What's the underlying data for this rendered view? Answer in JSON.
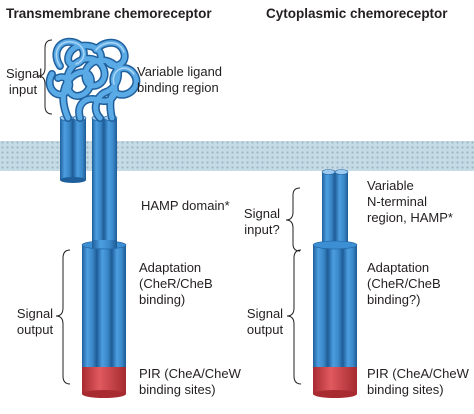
{
  "panels": {
    "transmembrane": {
      "title": "Transmembrane chemoreceptor",
      "signal_input": [
        "Signal",
        "input"
      ],
      "ligand_region": [
        "Variable ligand",
        "binding region"
      ],
      "hamp": "HAMP domain*",
      "adaptation": [
        "Adaptation",
        "(CheR/CheB",
        "binding)"
      ],
      "signal_output": [
        "Signal",
        "output"
      ],
      "pir": [
        "PIR (CheA/CheW",
        "binding sites)"
      ]
    },
    "cytoplasmic": {
      "title": "Cytoplasmic chemoreceptor",
      "nterm": [
        "Variable",
        "N-terminal",
        "region, HAMP*"
      ],
      "signal_input": [
        "Signal",
        "input?"
      ],
      "adaptation": [
        "Adaptation",
        "(CheR/CheB",
        "binding?)"
      ],
      "signal_output": [
        "Signal",
        "output"
      ],
      "pir": [
        "PIR (CheA/CheW",
        "binding sites)"
      ]
    }
  },
  "colors": {
    "helix": "#3d8fd4",
    "helix_dark": "#1f5f9c",
    "helix_light": "#9ccaf0",
    "pir": "#d9454a",
    "membrane": "#b3d1df"
  }
}
